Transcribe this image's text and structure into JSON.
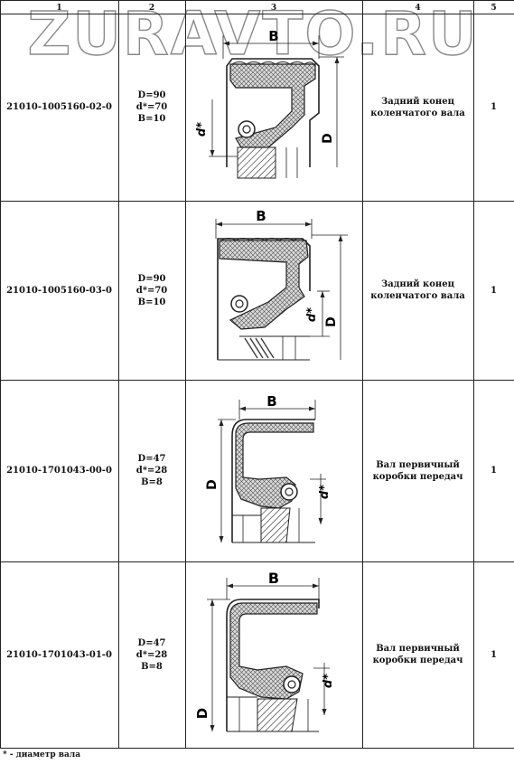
{
  "watermark": "ZURAVTO.RU",
  "columns": [
    "1",
    "2",
    "3",
    "4",
    "5"
  ],
  "rows": [
    {
      "part": "21010-1005160-02-0",
      "params": [
        "D=90",
        "d*=70",
        "B=10"
      ],
      "labels": {
        "B": "B",
        "D": "D",
        "d": "d*"
      },
      "application": "Задний конец коленчатого вала",
      "qty": "1"
    },
    {
      "part": "21010-1005160-03-0",
      "params": [
        "D=90",
        "d*=70",
        "B=10"
      ],
      "labels": {
        "B": "B",
        "D": "D",
        "d": "d*"
      },
      "application": "Задний конец коленчатого вала",
      "qty": "1"
    },
    {
      "part": "21010-1701043-00-0",
      "params": [
        "D=47",
        "d*=28",
        "B=8"
      ],
      "labels": {
        "B": "B",
        "D": "D",
        "d": "d*"
      },
      "application": "Вал первичный коробки передач",
      "qty": "1"
    },
    {
      "part": "21010-1701043-01-0",
      "params": [
        "D=47",
        "d*=28",
        "B=8"
      ],
      "labels": {
        "B": "B",
        "D": "D",
        "d": "d*"
      },
      "application": "Вал первичный коробки передач",
      "qty": "1"
    }
  ],
  "footnote": "* - диаметр вала",
  "colors": {
    "line": "#222222",
    "hatch": "#555555",
    "fill": "#d9d9d9"
  }
}
